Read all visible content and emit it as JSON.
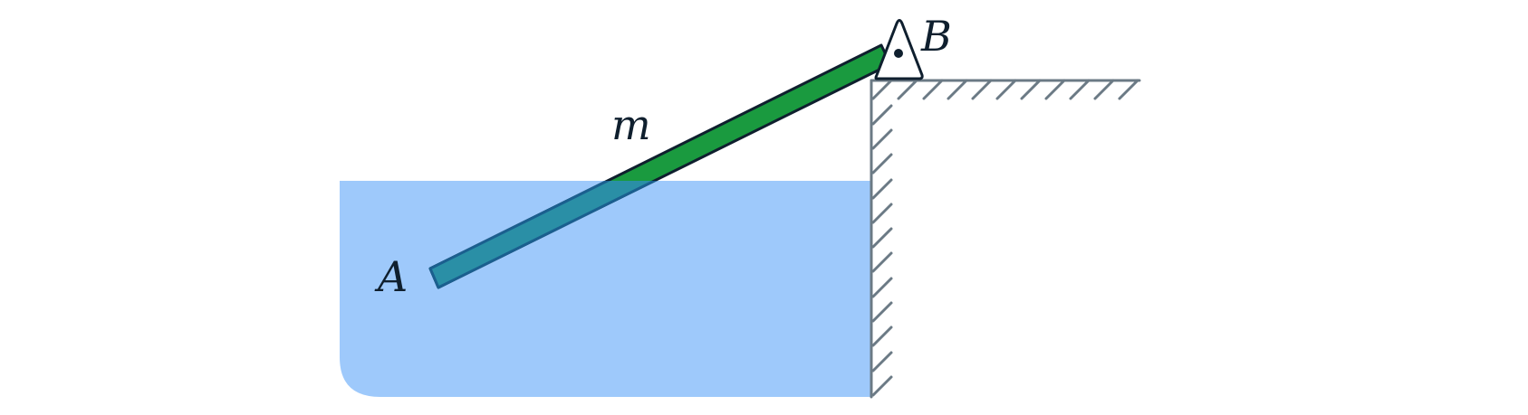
{
  "labels": {
    "end_a": "A",
    "end_b": "B",
    "mass": "m"
  },
  "colors": {
    "water": "#9ec9fb",
    "rod_fill": "#1a9a3f",
    "rod_submerged_fill": "#2a8fa6",
    "rod_stroke": "#0f1f2e",
    "wall": "#6b7a85",
    "pivot_fill": "#ffffff",
    "ink": "#0f1f2e"
  },
  "icons": {
    "pivot": "hinge-support-icon",
    "wall": "hatched-wall-icon"
  }
}
